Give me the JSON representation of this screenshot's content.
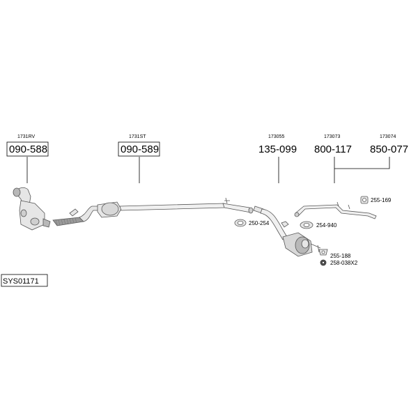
{
  "diagram": {
    "system_code": "SYS01171",
    "parts": [
      {
        "ref": "1731RV",
        "number": "090-588",
        "boxed": true
      },
      {
        "ref": "1731ST",
        "number": "090-589",
        "boxed": true
      },
      {
        "ref": "173055",
        "number": "135-099",
        "boxed": false
      },
      {
        "ref": "173073",
        "number": "800-117",
        "boxed": false
      },
      {
        "ref": "173074",
        "number": "850-077",
        "boxed": false
      }
    ],
    "accessories": [
      {
        "number": "255-169"
      },
      {
        "number": "250-254"
      },
      {
        "number": "254-940"
      },
      {
        "number": "255-188"
      },
      {
        "number": "258-038X2"
      }
    ],
    "colors": {
      "line": "#000000",
      "pipe": "#555555",
      "fill": "#e6e6e6",
      "shade": "#b8b8b8"
    }
  }
}
